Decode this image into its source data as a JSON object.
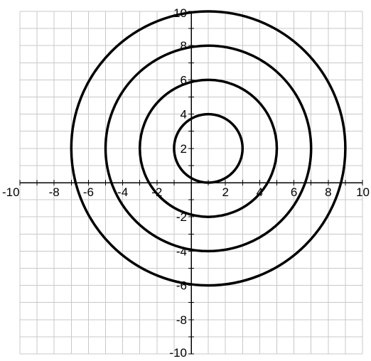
{
  "chart_data": {
    "type": "scatter",
    "title": "",
    "xlabel": "",
    "ylabel": "",
    "xlim": [
      -10,
      10
    ],
    "ylim": [
      -10,
      10
    ],
    "grid": true,
    "grid_step": 1,
    "x_tick_labels": [
      "-10",
      "-8",
      "-6",
      "-4",
      "-2",
      "2",
      "4",
      "6",
      "8",
      "10"
    ],
    "y_tick_labels": [
      "10",
      "8",
      "6",
      "4",
      "2",
      "-2",
      "-4",
      "-6",
      "-8",
      "-10"
    ],
    "x_ticks": [
      -10,
      -8,
      -6,
      -4,
      -2,
      2,
      4,
      6,
      8,
      10
    ],
    "y_ticks": [
      10,
      8,
      6,
      4,
      2,
      -2,
      -4,
      -6,
      -8,
      -10
    ],
    "series": [
      {
        "center": [
          1,
          2
        ],
        "radius": 2
      },
      {
        "center": [
          1,
          2
        ],
        "radius": 4
      },
      {
        "center": [
          1,
          2
        ],
        "radius": 6
      },
      {
        "center": [
          1,
          2
        ],
        "radius": 8
      }
    ],
    "colors": {
      "grid": "#c8c8c8",
      "axis": "#000000",
      "curve": "#000000",
      "background": "#ffffff"
    }
  }
}
